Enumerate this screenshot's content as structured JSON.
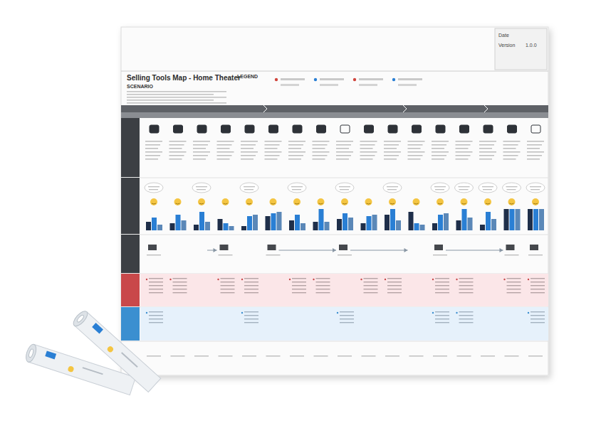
{
  "diagram": {
    "title": "Selling Tools Map - Home Theater",
    "labels": [
      "Date",
      "Version",
      "1.0.0",
      "LEGEND",
      "SCENARIO"
    ]
  }
}
